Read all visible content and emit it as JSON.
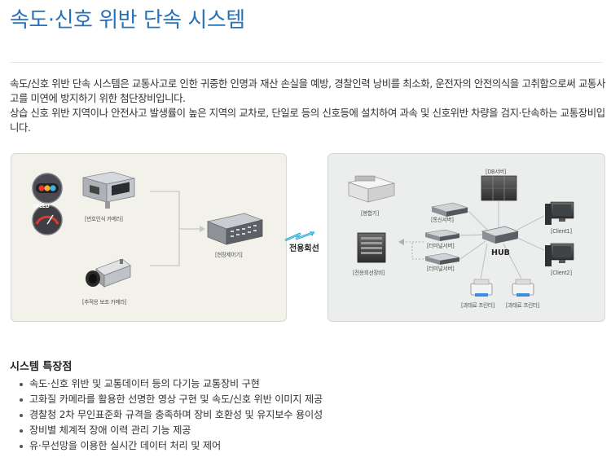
{
  "page": {
    "title": "속도·신호 위반 단속 시스템",
    "intro": [
      "속도/신호 위반 단속 시스템은 교통사고로 인한 귀중한 인명과 재산 손실을 예방, 경찰인력 낭비를 최소화, 운전자의 안전의식을 고취함으로써 교통사고를 미연에 방지하기 위한 첨단장비입니다.",
      "상습 신호 위반 지역이나 안전사고 발생률이 높은 지역의 교차로, 단일로 등의 신호등에 설치하여 과속 및 신호위반 차량을 검지·단속하는 교통장비입니다."
    ]
  },
  "diagram": {
    "left_panel": {
      "plate_camera_label": "[번호인식 카메라]",
      "tracking_camera_label": "[추적용 보조 카메라]",
      "controller_label": "[현장제어기]",
      "speed_badge_text": "SPEED"
    },
    "link_label": "전용회선",
    "right_panel": {
      "scanner_label": "[봉합기]",
      "comm_server_label": "[통신서버]",
      "db_server_label": "[DB서버]",
      "terminal_server_1_label": "[터미널서버]",
      "terminal_server_2_label": "[터미널서버]",
      "hub_label": "HUB",
      "client1_label": "[Client1]",
      "client2_label": "[Client2]",
      "line_device_label": "[전용회선장비]",
      "printer1_label": "[과태료 프린터]",
      "printer2_label": "[과태료 프린터]"
    },
    "colors": {
      "title_blue": "#2a72b8",
      "left_panel_bg": "#f2f1ea",
      "right_panel_bg": "#eceeee",
      "link_bolt": "#2aa8d8"
    }
  },
  "features": {
    "title": "시스템 특장점",
    "items": [
      "속도·신호 위반 및 교통데이터 등의 다기능 교통장비 구현",
      "고화질 카메라를 활용한 선명한 영상 구현 및 속도/신호 위반 이미지 제공",
      "경찰청 2차 무인표준화 규격을 충족하며 장비 호환성 및 유지보수 용이성",
      "장비별 체계적 장애 이력 관리 기능 제공",
      "유·무선망을 이용한 실시간 데이터 처리 및 제어"
    ]
  }
}
